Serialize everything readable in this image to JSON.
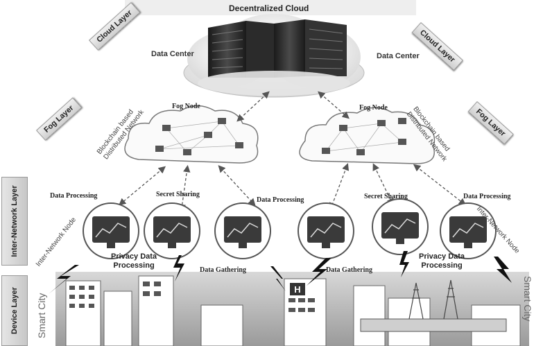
{
  "title": "Decentralized Cloud",
  "cloud": {
    "data_center_left": "Data Center",
    "data_center_right": "Data Center"
  },
  "layers": {
    "cloud": "Cloud Layer",
    "fog": "Fog Layer",
    "inter_network": "Inter-Network Layer",
    "device": "Device Layer"
  },
  "fog": {
    "node_label": "Fog Node",
    "network_label_line1": "Blockchain based",
    "network_label_line2": "Distributed Network"
  },
  "inter_network": {
    "data_processing": "Data Processing",
    "secret_sharing": "Secret Sharing",
    "node_label": "Inter-Network Node",
    "privacy_line1": "Privacy Data",
    "privacy_line2": "Processing"
  },
  "device": {
    "data_gathering": "Data Gathering",
    "smart_city": "Smart City"
  }
}
